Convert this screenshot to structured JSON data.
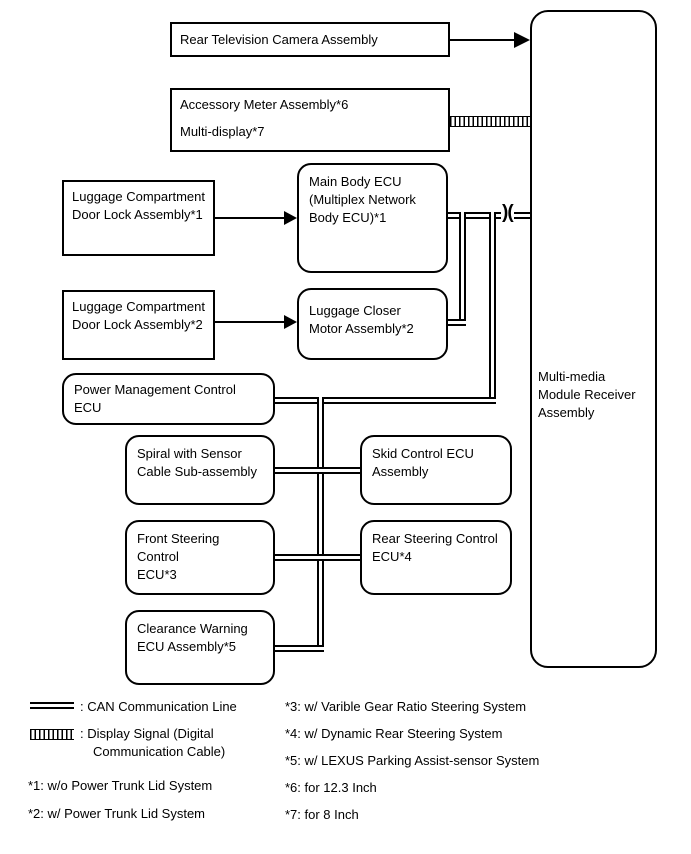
{
  "nodes": {
    "rear_tv_camera": {
      "label": "Rear Television Camera Assembly"
    },
    "accessory_meter": {
      "line1": "Accessory Meter Assembly*6",
      "line2": "Multi-display*7"
    },
    "luggage_door_lock_1": {
      "line1": "Luggage Compartment",
      "line2": "Door Lock Assembly*1"
    },
    "main_body_ecu": {
      "line1": "Main Body ECU",
      "line2": "(Multiplex Network",
      "line3": "Body ECU)*1"
    },
    "luggage_door_lock_2": {
      "line1": "Luggage Compartment",
      "line2": "Door Lock Assembly*2"
    },
    "luggage_closer_motor": {
      "line1": "Luggage Closer",
      "line2": "Motor Assembly*2"
    },
    "power_management_ecu": {
      "label": "Power Management Control ECU"
    },
    "spiral_cable": {
      "line1": "Spiral with Sensor",
      "line2": "Cable Sub-assembly"
    },
    "skid_control_ecu": {
      "line1": "Skid Control ECU",
      "line2": "Assembly"
    },
    "front_steering_ecu": {
      "line1": "Front Steering Control",
      "line2": "ECU*3"
    },
    "rear_steering_ecu": {
      "line1": "Rear Steering Control",
      "line2": "ECU*4"
    },
    "clearance_warning_ecu": {
      "line1": "Clearance Warning",
      "line2": "ECU Assembly*5"
    },
    "multimedia_receiver": {
      "line1": "Multi-media",
      "line2": "Module Receiver",
      "line3": "Assembly"
    }
  },
  "symbols": {
    "connector_break": ")("
  },
  "legend": {
    "can_label": ": CAN Communication Line",
    "display_label_line1": ": Display Signal (Digital",
    "display_label_line2": "Communication Cable)"
  },
  "footnotes": {
    "left": [
      "*1: w/o Power Trunk Lid System",
      "*2: w/ Power Trunk Lid System"
    ],
    "right": [
      "*3: w/ Varible Gear Ratio Steering System",
      "*4: w/ Dynamic Rear Steering System",
      "*5: w/ LEXUS Parking Assist-sensor System",
      "*6: for 12.3 Inch",
      "*7: for 8 Inch"
    ]
  },
  "colors": {
    "line": "#000000",
    "background": "#ffffff"
  }
}
